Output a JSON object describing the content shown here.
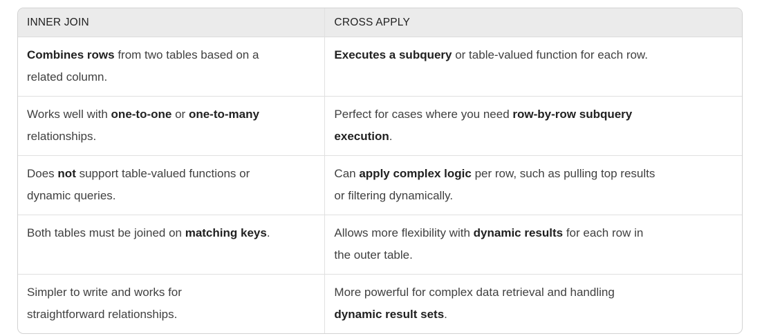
{
  "colors": {
    "header_background": "#ebebeb",
    "outer_border": "#d2d2d2",
    "inner_border": "#e0e0e0",
    "body_text": "#404040",
    "bold_text": "#212121",
    "page_background": "#ffffff"
  },
  "table": {
    "columns": [
      "INNER JOIN",
      "CROSS APPLY"
    ],
    "rows": [
      [
        [
          {
            "text": "Combines rows",
            "bold": true
          },
          {
            "text": " from two tables based on a\nrelated column.",
            "bold": false
          }
        ],
        [
          {
            "text": "Executes a subquery",
            "bold": true
          },
          {
            "text": " or table-valued function for each row.",
            "bold": false
          }
        ]
      ],
      [
        [
          {
            "text": "Works well with ",
            "bold": false
          },
          {
            "text": "one-to-one",
            "bold": true
          },
          {
            "text": " or ",
            "bold": false
          },
          {
            "text": "one-to-many",
            "bold": true
          },
          {
            "text": "\nrelationships.",
            "bold": false
          }
        ],
        [
          {
            "text": "Perfect for cases where you need ",
            "bold": false
          },
          {
            "text": "row-by-row subquery\nexecution",
            "bold": true
          },
          {
            "text": ".",
            "bold": false
          }
        ]
      ],
      [
        [
          {
            "text": "Does ",
            "bold": false
          },
          {
            "text": "not",
            "bold": true
          },
          {
            "text": " support table-valued functions or\ndynamic queries.",
            "bold": false
          }
        ],
        [
          {
            "text": "Can ",
            "bold": false
          },
          {
            "text": "apply complex logic",
            "bold": true
          },
          {
            "text": " per row, such as pulling top results\nor filtering dynamically.",
            "bold": false
          }
        ]
      ],
      [
        [
          {
            "text": "Both tables must be joined on ",
            "bold": false
          },
          {
            "text": "matching keys",
            "bold": true
          },
          {
            "text": ".",
            "bold": false
          }
        ],
        [
          {
            "text": "Allows more flexibility with ",
            "bold": false
          },
          {
            "text": "dynamic results",
            "bold": true
          },
          {
            "text": " for each row in\nthe outer table.",
            "bold": false
          }
        ]
      ],
      [
        [
          {
            "text": "Simpler to write and works for\nstraightforward relationships.",
            "bold": false
          }
        ],
        [
          {
            "text": "More powerful for complex data retrieval and handling\n",
            "bold": false
          },
          {
            "text": "dynamic result sets",
            "bold": true
          },
          {
            "text": ".",
            "bold": false
          }
        ]
      ]
    ]
  }
}
